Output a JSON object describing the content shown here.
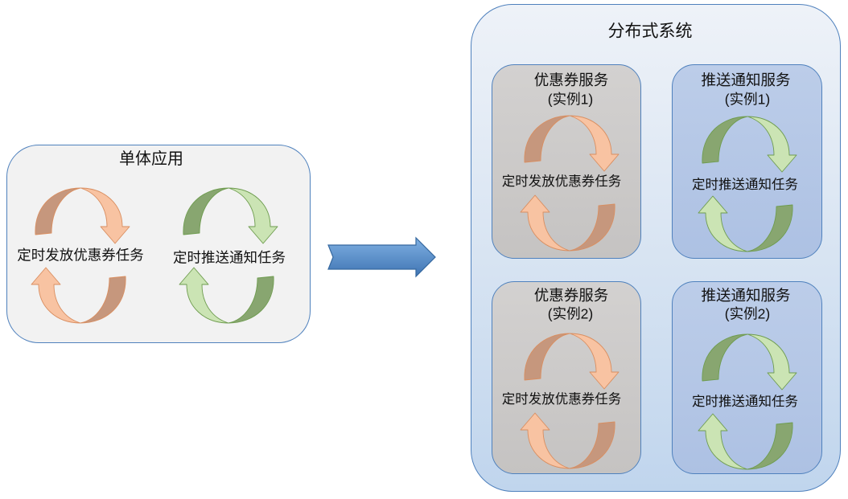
{
  "monolith": {
    "title": "单体应用",
    "tasks": [
      "定时发放优惠券任务",
      "定时推送通知任务"
    ]
  },
  "distributed": {
    "title": "分布式系统",
    "services": [
      {
        "name": "优惠券服务",
        "instance": "(实例1)",
        "task": "定时发放优惠券任务"
      },
      {
        "name": "推送通知服务",
        "instance": "(实例1)",
        "task": "定时推送通知任务"
      },
      {
        "name": "优惠券服务",
        "instance": "(实例2)",
        "task": "定时发放优惠券任务"
      },
      {
        "name": "推送通知服务",
        "instance": "(实例2)",
        "task": "定时推送通知任务"
      }
    ]
  },
  "colors": {
    "orange_dark": "#c6977d",
    "orange_light": "#f8c3a2",
    "orange_outline": "#d98e60",
    "green_dark": "#88a670",
    "green_light": "#cbe4b4",
    "green_outline": "#6e9c4f",
    "arrow_light": "#7fb0e2",
    "arrow_dark": "#3f74b3",
    "arrow_outline": "#35689f",
    "box_border": "#4f81bd"
  }
}
